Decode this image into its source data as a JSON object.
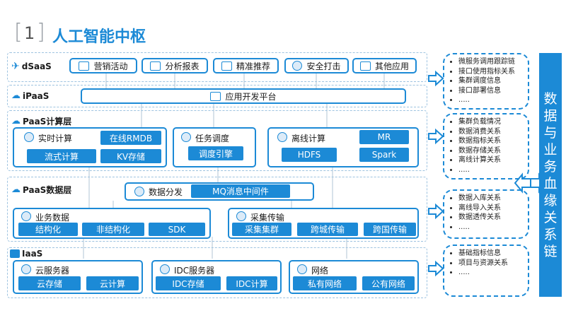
{
  "header": {
    "number": "1",
    "title": "人工智能中枢"
  },
  "layers": {
    "dsaas": {
      "label": "dSaaS",
      "apps": [
        "营销活动",
        "分析报表",
        "精准推荐",
        "安全打击",
        "其他应用"
      ]
    },
    "ipaas": {
      "label": "iPaaS",
      "platform": "应用开发平台"
    },
    "compute": {
      "label": "PaaS计算层",
      "realtime": {
        "title": "实时计算",
        "items": [
          "在线RMDB",
          "流式计算",
          "KV存储"
        ]
      },
      "schedule": {
        "title": "任务调度",
        "items": [
          "调度引擎"
        ]
      },
      "offline": {
        "title": "离线计算",
        "items": [
          "MR",
          "HDFS",
          "Spark"
        ]
      }
    },
    "data": {
      "label": "PaaS数据层",
      "distribute": {
        "title": "数据分发",
        "mq": "MQ消息中间件"
      },
      "business": {
        "title": "业务数据",
        "items": [
          "结构化",
          "非结构化",
          "SDK"
        ]
      },
      "collect": {
        "title": "采集传输",
        "items": [
          "采集集群",
          "跨城传输",
          "跨国传输"
        ]
      }
    },
    "iaas": {
      "label": "IaaS",
      "cloud": {
        "title": "云服务器",
        "items": [
          "云存储",
          "云计算"
        ]
      },
      "idc": {
        "title": "IDC服务器",
        "items": [
          "IDC存储",
          "IDC计算"
        ]
      },
      "network": {
        "title": "网络",
        "items": [
          "私有网络",
          "公有网络"
        ]
      }
    }
  },
  "lineage": {
    "vertical_title": [
      "数",
      "据",
      "与",
      "业",
      "务",
      "血",
      "缘",
      "关",
      "系",
      "链"
    ],
    "groups": [
      [
        "微服务调用跟踪链",
        "接口使用指标关系",
        "集群调度信息",
        "接口部署信息",
        "....."
      ],
      [
        "集群负载情况",
        "数据消费关系",
        "数据指标关系",
        "数据存储关系",
        "离线计算关系",
        "....."
      ],
      [
        "数据入库关系",
        "离线导入关系",
        "数据透传关系",
        "....."
      ],
      [
        "基础指标信息",
        "项目与资源关系",
        "....."
      ]
    ]
  },
  "colors": {
    "accent": "#1c8ad6",
    "title": "#1c8ad6",
    "border_dashed": "#9ec3e0"
  }
}
